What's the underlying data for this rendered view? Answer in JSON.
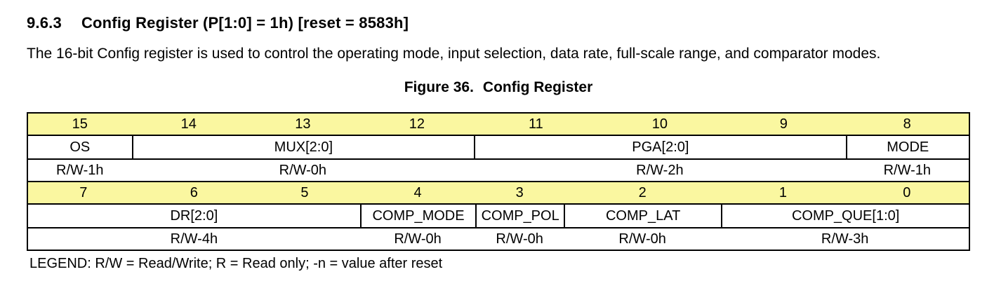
{
  "heading": {
    "section_number": "9.6.3",
    "title": "Config Register (P[1:0] = 1h) [reset = 8583h]"
  },
  "paragraph": "The 16-bit Config register is used to control the operating mode, input selection, data rate, full-scale range, and comparator modes.",
  "figure": {
    "label": "Figure 36.",
    "title": "Config Register"
  },
  "register_table": {
    "header_color": "#FAF7A0",
    "text_color": "#000000",
    "msb": {
      "bits": [
        "15",
        "14",
        "13",
        "12",
        "11",
        "10",
        "9",
        "8"
      ],
      "fields": [
        {
          "label": "OS",
          "span": 1
        },
        {
          "label": "MUX[2:0]",
          "span": 3
        },
        {
          "label": "PGA[2:0]",
          "span": 3
        },
        {
          "label": "MODE",
          "span": 1
        }
      ],
      "access": [
        {
          "label": "R/W-1h",
          "span": 1
        },
        {
          "label": "R/W-0h",
          "span": 3
        },
        {
          "label": "R/W-2h",
          "span": 3
        },
        {
          "label": "R/W-1h",
          "span": 1
        }
      ]
    },
    "lsb": {
      "bits": [
        "7",
        "6",
        "5",
        "4",
        "3",
        "2",
        "1",
        "0"
      ],
      "fields": [
        {
          "label": "DR[2:0]",
          "span": 3
        },
        {
          "label": "COMP_MODE",
          "span": 1
        },
        {
          "label": "COMP_POL",
          "span": 1
        },
        {
          "label": "COMP_LAT",
          "span": 1
        },
        {
          "label": "COMP_QUE[1:0]",
          "span": 2
        }
      ],
      "access": [
        {
          "label": "R/W-4h",
          "span": 3
        },
        {
          "label": "R/W-0h",
          "span": 1
        },
        {
          "label": "R/W-0h",
          "span": 1
        },
        {
          "label": "R/W-0h",
          "span": 1
        },
        {
          "label": "R/W-3h",
          "span": 2
        }
      ]
    }
  },
  "legend": "LEGEND: R/W = Read/Write; R = Read only; -n = value after reset"
}
